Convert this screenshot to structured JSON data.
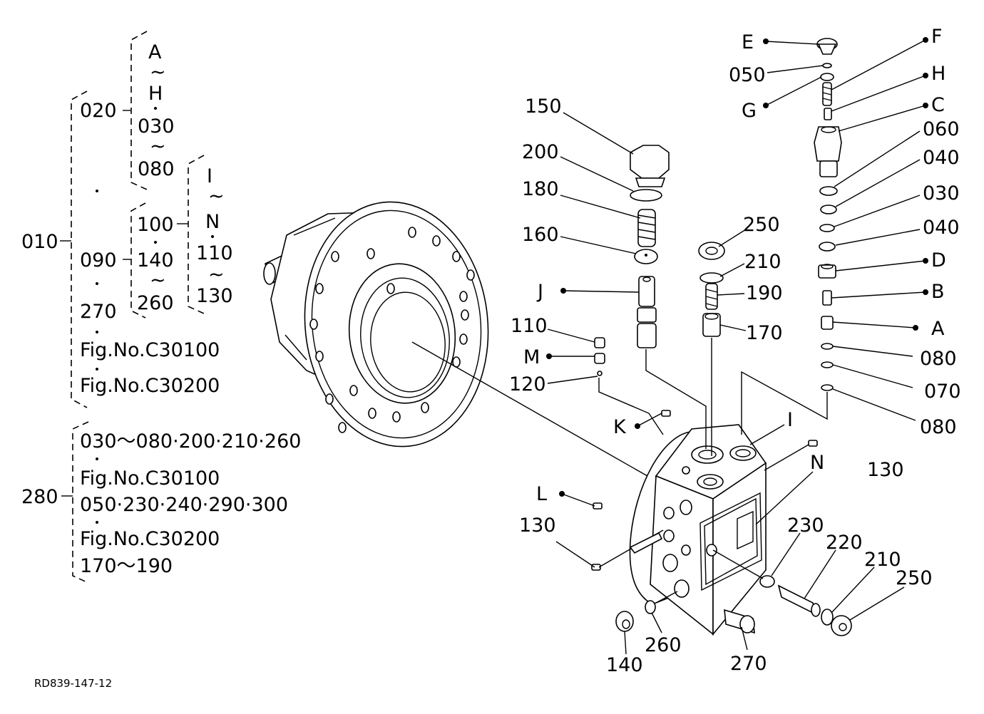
{
  "figure_code": "RD839-147-12",
  "tree": {
    "t010": "010",
    "t020": "020",
    "tA": "A",
    "tTilde1": "~",
    "tH": "H",
    "t030": "030",
    "tTilde2": "~",
    "t080": "080",
    "t090": "090",
    "t100": "100",
    "t140": "140",
    "tTilde3": "~",
    "t260": "260",
    "tI": "I",
    "tTilde4": "~",
    "tN": "N",
    "t110": "110",
    "tTilde5": "~",
    "t130": "130",
    "t270": "270",
    "tFig1": "Fig.No.C30100",
    "tFig2": "Fig.No.C30200",
    "t280": "280",
    "k1": "030～080·200·210·260",
    "k2": "Fig.No.C30100",
    "k3": "050·230·240·290·300",
    "k4": "Fig.No.C30200",
    "k5": "170～190"
  },
  "callouts": {
    "c150": "150",
    "c200": "200",
    "c180": "180",
    "c160": "160",
    "cJ": "J",
    "c110": "110",
    "cM": "M",
    "c120": "120",
    "cK": "K",
    "cL": "L",
    "c130a": "130",
    "c250a": "250",
    "c210a": "210",
    "c190": "190",
    "c170": "170",
    "cI": "I",
    "c130b": "130",
    "cN": "N",
    "c230": "230",
    "c220": "220",
    "c210b": "210",
    "c250b": "250",
    "c140": "140",
    "c260": "260",
    "c270": "270",
    "cE": "E",
    "cF": "F",
    "c050": "050",
    "cH": "H",
    "cG": "G",
    "cC": "C",
    "c060": "060",
    "c040a": "040",
    "c030": "030",
    "c040b": "040",
    "cD": "D",
    "cB": "B",
    "cA": "A",
    "c080a": "080",
    "c070": "070",
    "c080b": "080"
  }
}
